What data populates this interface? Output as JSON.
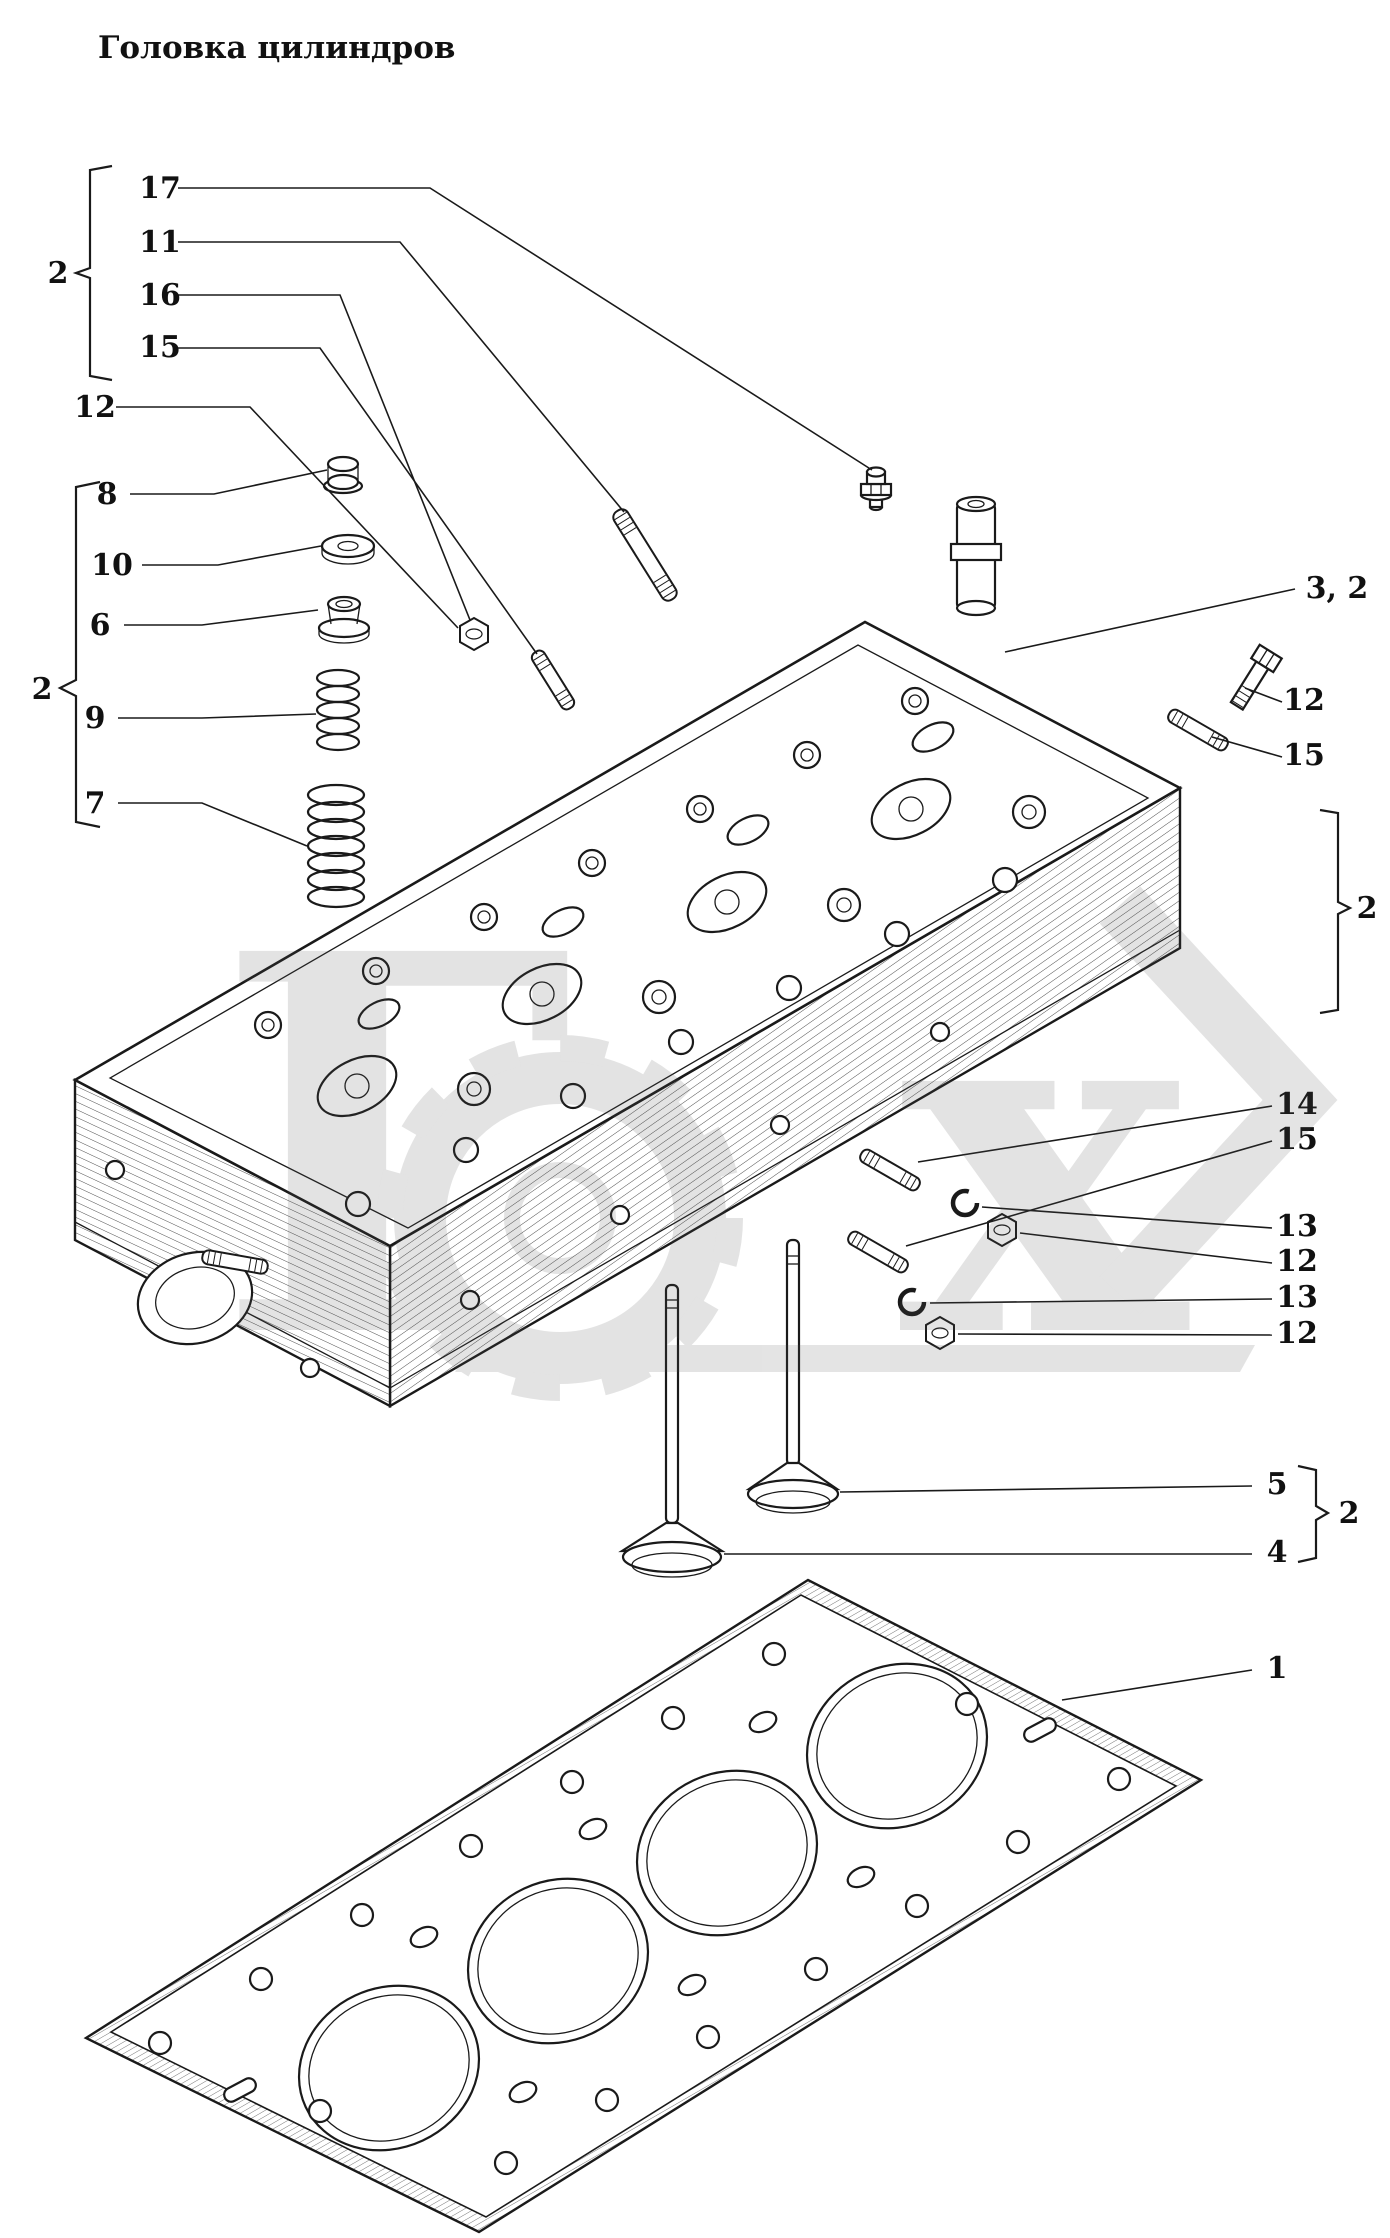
{
  "page": {
    "title": "Головка цилиндров"
  },
  "watermark": {
    "left_letter": "Г",
    "right_letter": "х"
  },
  "callouts": {
    "upper_group": {
      "bracket_label": "2",
      "items": [
        "17",
        "11",
        "16",
        "15"
      ]
    },
    "upper_single": "12",
    "left_group": {
      "bracket_label": "2",
      "items": [
        "8",
        "10",
        "6",
        "9",
        "7"
      ]
    },
    "head_ref": "3, 2",
    "right_upper": [
      "12",
      "15"
    ],
    "right_bracket_label": "2",
    "right_middle": [
      "14",
      "15",
      "13",
      "12",
      "13",
      "12"
    ],
    "valve_group": {
      "bracket_label": "2",
      "items": [
        "5",
        "4"
      ]
    },
    "gasket_ref": "1"
  }
}
